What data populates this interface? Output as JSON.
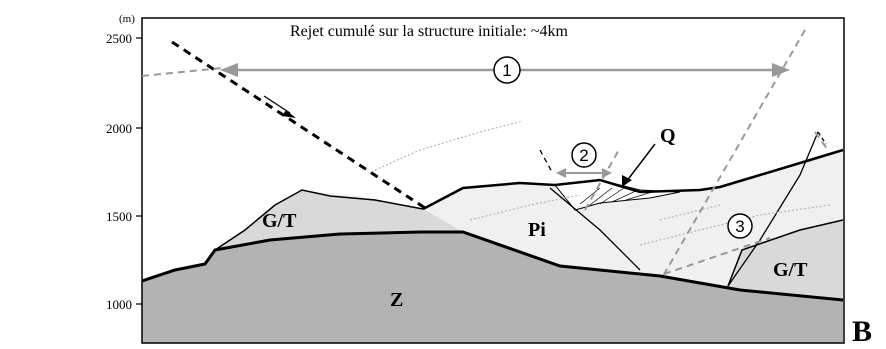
{
  "figure": {
    "title": "Rejet cumulé sur la structure initiale: ~4km",
    "panel_letter": "B",
    "y_axis": {
      "unit": "(m)",
      "ticks": [
        "2500",
        "2000",
        "1500",
        "1000"
      ]
    },
    "units": {
      "z": "Z",
      "gt_left": "G/T",
      "gt_right": "G/T",
      "pi": "Pi",
      "q": "Q"
    },
    "markers": [
      "1",
      "2",
      "3"
    ],
    "colors": {
      "dark_unit": "#b3b3b3",
      "light_unit": "#d9d9d9",
      "very_light_unit": "#f0f0f0",
      "fault_gray": "#999999",
      "line": "#000000"
    }
  }
}
